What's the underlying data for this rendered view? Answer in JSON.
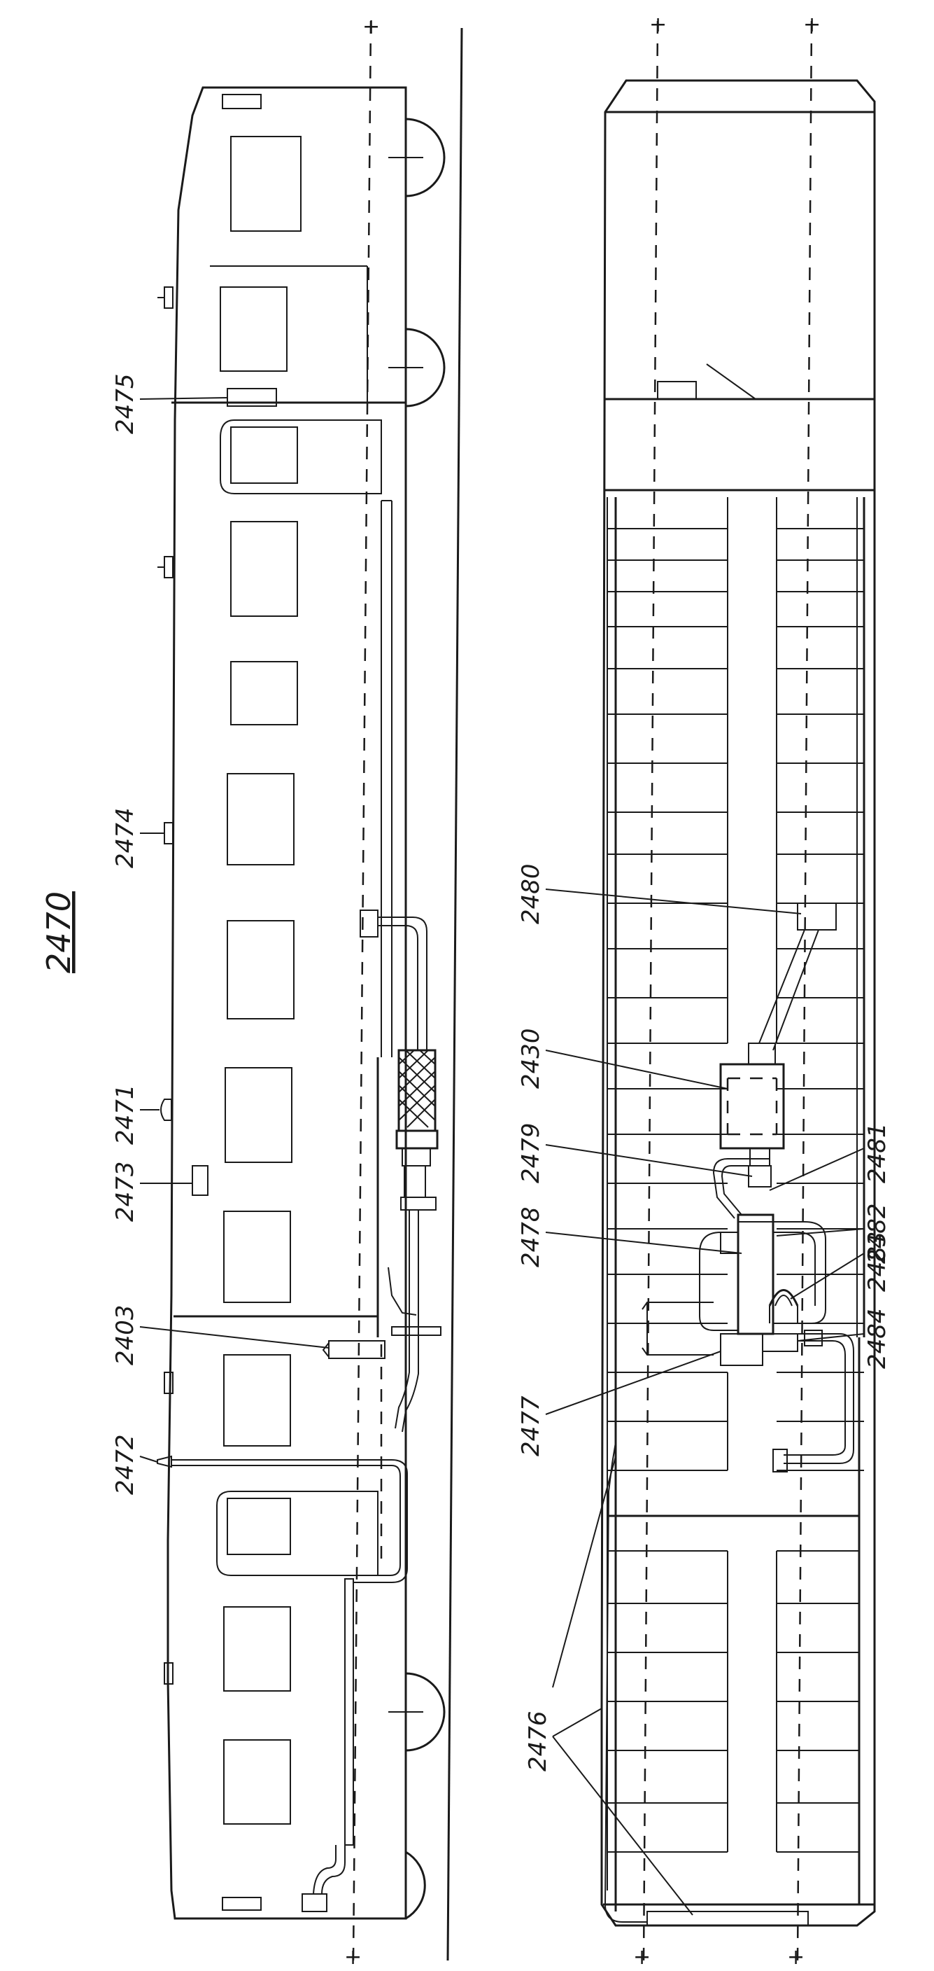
{
  "figure_number": "2470",
  "labels": {
    "l2475": "2475",
    "l2474": "2474",
    "l2471": "2471",
    "l2473": "2473",
    "l2403": "2403",
    "l2472": "2472",
    "l2480": "2480",
    "l2430": "2430",
    "l2479": "2479",
    "l2478": "2478",
    "l2477": "2477",
    "l2476": "2476",
    "l2481": "2481",
    "l2482": "2482",
    "l2483": "2483",
    "l2484": "2484"
  }
}
